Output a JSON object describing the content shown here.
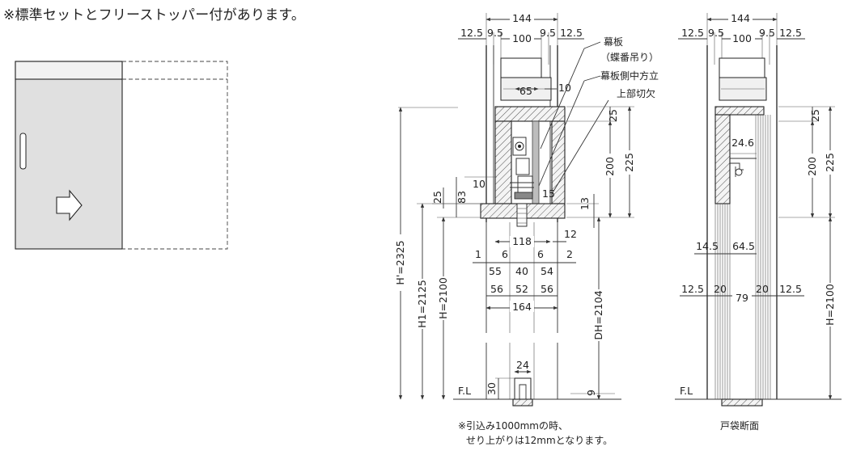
{
  "top_note": "※標準セットとフリーストッパー付があります。",
  "section_center": {
    "top_width": "144",
    "row2": [
      "12.5",
      "9.5",
      "100",
      "9.5",
      "12.5"
    ],
    "rail_width": "65",
    "rail_offset": "10",
    "labels": [
      "幕板",
      "（蝶番吊り）",
      "幕板側中方立",
      "上部切欠"
    ],
    "right_dims": [
      "25",
      "225",
      "200",
      "13",
      "15"
    ],
    "left_dims": [
      "10",
      "83",
      "25"
    ],
    "mid_dims": [
      "118",
      "12"
    ],
    "row_a": [
      "1",
      "6",
      "6",
      "2"
    ],
    "row_b": [
      "55",
      "40",
      "54"
    ],
    "row_c": [
      "56",
      "52",
      "56"
    ],
    "row_d": "164",
    "heights": [
      "H'=2325",
      "H1=2125",
      "H=2100",
      "DH=2104"
    ],
    "floor_label": "F.L",
    "guide": [
      "24",
      "30",
      "9"
    ],
    "bottom_note": [
      "※引込み1000mmの時、",
      "せり上がりは12mmとなります。"
    ]
  },
  "section_pocket": {
    "top_width": "144",
    "row2": [
      "12.5",
      "9.5",
      "100",
      "9.5",
      "12.5"
    ],
    "mid": [
      "24.6",
      "14.5",
      "64.5"
    ],
    "right_dims": [
      "25",
      "225",
      "200"
    ],
    "bottom_row": [
      "12.5",
      "20",
      "79",
      "20",
      "12.5"
    ],
    "height": "H=2100",
    "floor_label": "F.L",
    "caption": "戸袋断面"
  }
}
